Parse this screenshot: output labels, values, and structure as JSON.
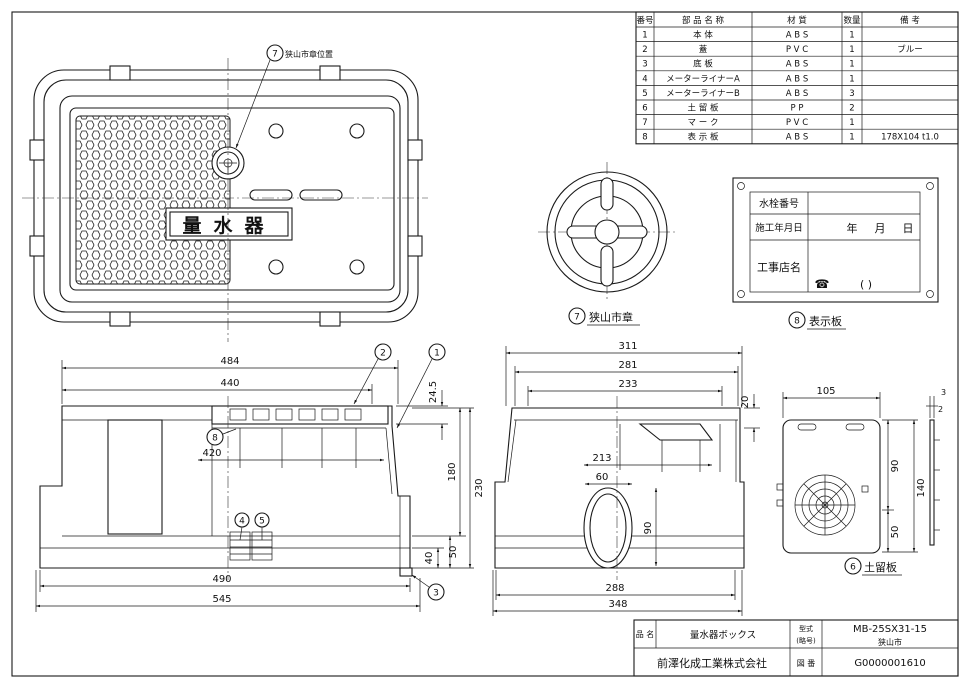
{
  "parts_table": {
    "headers": {
      "no": "番号",
      "name": "部 品 名 称",
      "material": "材 質",
      "qty": "数量",
      "note": "備 考"
    },
    "rows": [
      {
        "no": "1",
        "name": "本 体",
        "material": "A B S",
        "qty": "1",
        "note": ""
      },
      {
        "no": "2",
        "name": "蓋",
        "material": "P V C",
        "qty": "1",
        "note": "ブルー"
      },
      {
        "no": "3",
        "name": "底 板",
        "material": "A B S",
        "qty": "1",
        "note": ""
      },
      {
        "no": "4",
        "name": "メーターライナーA",
        "material": "A B S",
        "qty": "1",
        "note": ""
      },
      {
        "no": "5",
        "name": "メーターライナーB",
        "material": "A B S",
        "qty": "3",
        "note": ""
      },
      {
        "no": "6",
        "name": "土 留 板",
        "material": "P P",
        "qty": "2",
        "note": ""
      },
      {
        "no": "7",
        "name": "マ ー ク",
        "material": "P V C",
        "qty": "1",
        "note": ""
      },
      {
        "no": "8",
        "name": "表 示 板",
        "material": "A B S",
        "qty": "1",
        "note": "178X104 t1.0"
      }
    ]
  },
  "plan_view": {
    "callout": "7",
    "callout_label": "狭山市章位置",
    "lid_text": "量水器"
  },
  "front_view": {
    "dims": {
      "d484": "484",
      "d440": "440",
      "d24_5": "24.5",
      "d420": "420",
      "d180": "180",
      "d230": "230",
      "d40": "40",
      "d50": "50",
      "d490": "490",
      "d545": "545"
    },
    "callouts": {
      "c1": "1",
      "c2": "2",
      "c3": "3",
      "c4": "4",
      "c5": "5",
      "c8": "8"
    }
  },
  "side_view": {
    "dims": {
      "d311": "311",
      "d281": "281",
      "d233": "233",
      "d20": "20",
      "d213": "213",
      "d60": "60",
      "d90": "90",
      "d288": "288",
      "d348": "348"
    }
  },
  "retaining_plate": {
    "callout": "6",
    "label": "土留板",
    "dims": {
      "d105": "105",
      "d3": "3",
      "d2": "2",
      "d90": "90",
      "d140": "140",
      "d50": "50"
    }
  },
  "emblem": {
    "callout": "7",
    "label": "狭山市章"
  },
  "display_plate": {
    "callout": "8",
    "label": "表示板",
    "faucet_no": "水栓番号",
    "install_date": "施工年月日",
    "year": "年",
    "month": "月",
    "day": "日",
    "contractor": "工事店名",
    "phone_icon": "☎",
    "paren": "( )"
  },
  "title_block": {
    "name_label": "品 名",
    "name": "量水器ボックス",
    "model_label_1": "型式",
    "model_label_2": "(略号)",
    "model": "MB-25SX31-15",
    "model_sub": "狭山市",
    "company": "前澤化成工業株式会社",
    "drawing_no_label": "図 番",
    "drawing_no": "G0000001610"
  }
}
